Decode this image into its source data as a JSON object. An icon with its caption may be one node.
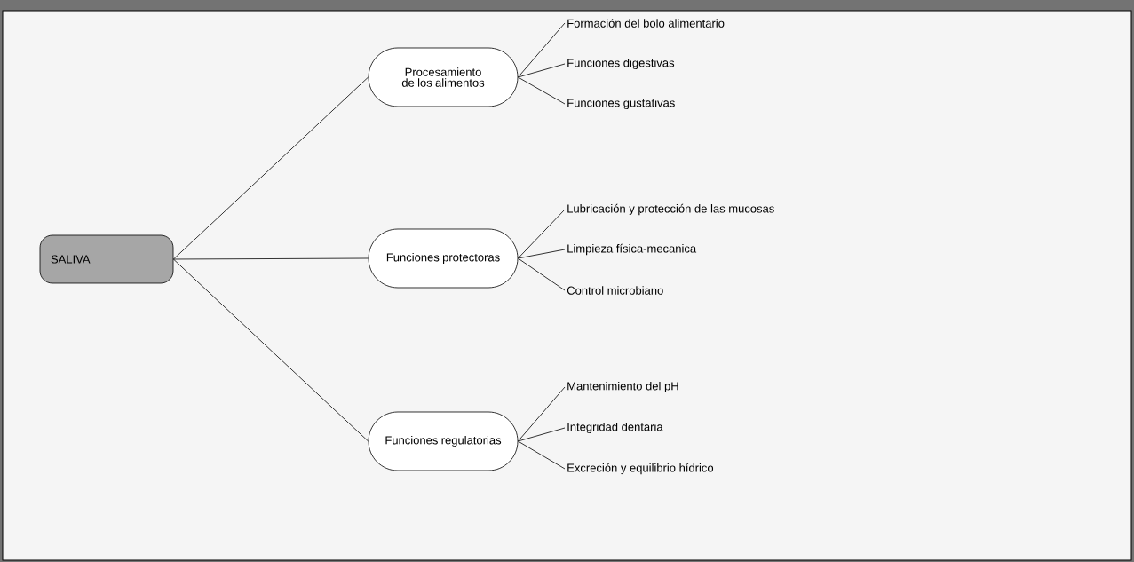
{
  "diagram": {
    "nodes": [
      {
        "text": [
          "SALIVA"
        ]
      },
      {
        "text": [
          "Procesamiento de los alimentos"
        ]
      },
      {
        "text": [
          "Formación del bolo alimentario"
        ]
      },
      {
        "text": [
          "Funciones digestivas"
        ]
      },
      {
        "text": [
          "Funciones gustativas"
        ]
      },
      {
        "text": [
          "Funciones protectoras"
        ]
      },
      {
        "text": [
          "Lubricación y protección de las mucosas"
        ]
      },
      {
        "text": [
          "Limpieza física-mecanica"
        ]
      },
      {
        "text": [
          "Control microbiano"
        ]
      },
      {
        "text": [
          "Funciones regulatorias"
        ]
      },
      {
        "text": [
          "Mantenimiento del pH"
        ]
      },
      {
        "text": [
          "Integridad dentaria"
        ]
      },
      {
        "text": [
          "Excreción y equilibrio hídrico"
        ]
      }
    ],
    "edges": [
      {
        "from": 0,
        "to": 1,
        "arrow": "none"
      },
      {
        "from": 0,
        "to": 5,
        "arrow": "none"
      },
      {
        "from": 0,
        "to": 9,
        "arrow": "none"
      },
      {
        "from": 1,
        "to": 2,
        "arrow": "none"
      },
      {
        "from": 1,
        "to": 3,
        "arrow": "none"
      },
      {
        "from": 1,
        "to": 4,
        "arrow": "none"
      },
      {
        "from": 5,
        "to": 6,
        "arrow": "none"
      },
      {
        "from": 5,
        "to": 7,
        "arrow": "none"
      },
      {
        "from": 5,
        "to": 8,
        "arrow": "none"
      },
      {
        "from": 9,
        "to": 10,
        "arrow": "none"
      },
      {
        "from": 9,
        "to": 11,
        "arrow": "none"
      },
      {
        "from": 9,
        "to": 12,
        "arrow": "none"
      }
    ]
  }
}
